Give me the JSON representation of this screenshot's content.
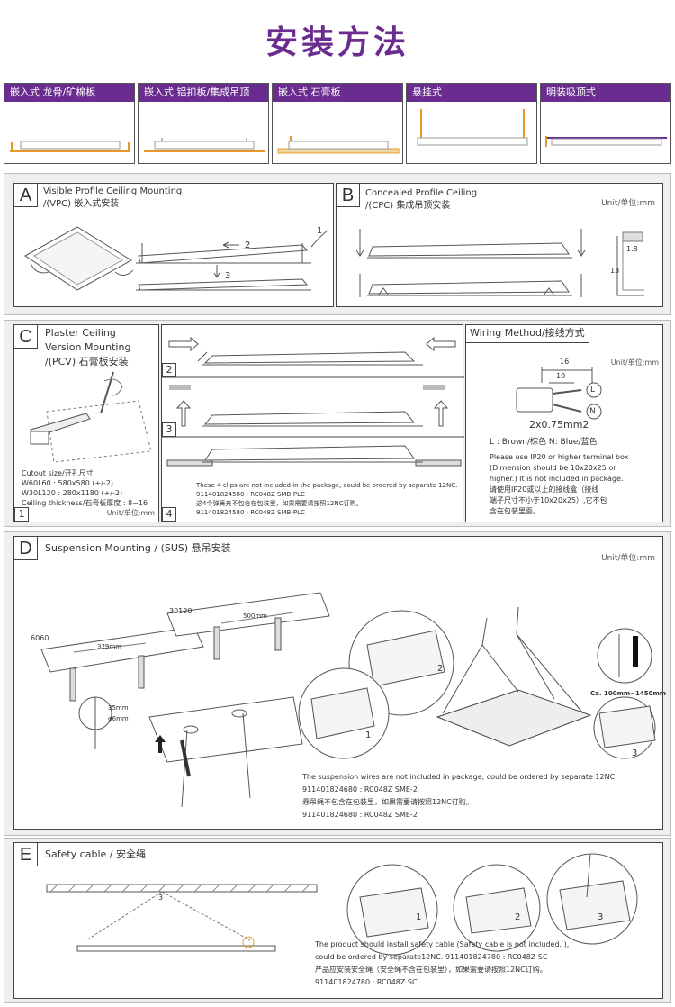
{
  "page": {
    "title": "安装方法"
  },
  "tabs": [
    {
      "label": "嵌入式 龙骨/矿棉板"
    },
    {
      "label": "嵌入式 铝扣板/集成吊顶"
    },
    {
      "label": "嵌入式 石膏板"
    },
    {
      "label": "悬挂式"
    },
    {
      "label": "明装吸顶式"
    }
  ],
  "section_a": {
    "letter": "A",
    "title_line1": "Visible Profile Ceiling Mounting",
    "title_line2": "/(VPC) 嵌入式安装",
    "step1": "1",
    "step2": "2",
    "step3": "3"
  },
  "section_b": {
    "letter": "B",
    "title_line1": "Concealed Profile Ceiling",
    "title_line2": "/(CPC) 集成吊顶安装",
    "unit": "Unit/单位:mm",
    "dim1": "1.8",
    "dim2": "13"
  },
  "section_c": {
    "letter": "C",
    "title_line1": "Plaster Ceiling",
    "title_line2": "Version Mounting",
    "title_line3": "/(PCV) 石膏板安装",
    "cutout_title": "Cutout size/开孔尺寸",
    "cutout_1": "W60L60 : 580x580 (+/-2)",
    "cutout_2": "W30L120 : 280x1180 (+/-2)",
    "thickness": "Ceiling thickness/石膏板厚度 : 8~16",
    "unit": "Unit/单位:mm",
    "step1": "1",
    "step2": "2",
    "step3": "3",
    "step4": "4",
    "note_1": "These 4 clips are not included in the package, could be ordered by separate 12NC.",
    "note_2": "911401824580 : RC048Z SMB-PLC",
    "note_3": "这4个弹簧夹不包含在包装里，如果需要请按照12NC订购。",
    "note_4": "911401824580 : RC048Z SMB-PLC"
  },
  "wiring": {
    "title": "Wiring Method/接线方式",
    "unit": "Unit/单位:mm",
    "dim_16": "16",
    "dim_10": "10",
    "wire_l": "L",
    "wire_n": "N",
    "gauge": "2x0.75mm2",
    "legend": "L : Brown/棕色      N: Blue/蓝色",
    "ip_1": "Please use IP20 or higher terminal box",
    "ip_2": "(Dimension should be 10x20x25 or",
    "ip_3": "higher.) It is not included in package.",
    "ip_4": "请使用IP20或以上的接线盒（接线",
    "ip_5": "端子尺寸不小于10x20x25）,它不包",
    "ip_6": "含在包装里面。"
  },
  "section_d": {
    "letter": "D",
    "title": "Suspension Mounting / (SUS) 悬吊安装",
    "unit": "Unit/单位:mm",
    "label_6060": "6060",
    "label_30120": "30120",
    "dim_329": "329mm",
    "dim_500": "500mm",
    "dim_35": "35mm",
    "dim_6": "φ6mm",
    "ca": "Ca. 100mm~1450mm",
    "step1": "1",
    "step2": "2",
    "step3": "3",
    "note_1": "The suspension wires are not included in package, could be ordered by separate 12NC.",
    "note_2": "911401824680 : RC048Z SME-2",
    "note_3": "悬吊绳不包含在包装里，如果需要请按照12NC订购。",
    "note_4": "911401824680  : RC048Z SME-2"
  },
  "section_e": {
    "letter": "E",
    "title": "Safety cable / 安全绳",
    "step1": "1",
    "step2": "2",
    "step3": "3",
    "note_1": "The product should install safety cable (Safety cable is not included. ),",
    "note_2": "could be ordered by separate12NC. 911401824780 :  RC048Z SC",
    "note_3": "产品应安装安全绳（安全绳不含在包装里），如果需要请按照12NC订购。",
    "note_4": "911401824780  : RC048Z SC"
  },
  "colors": {
    "accent": "#6a2c8f",
    "bracket": "#e39a2a",
    "panel_bg": "#efefef"
  }
}
